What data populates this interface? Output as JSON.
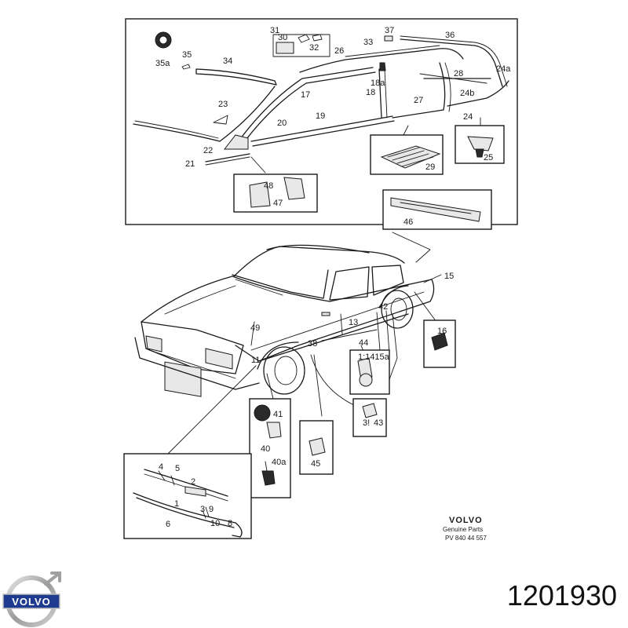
{
  "footer": {
    "brand": "VOLVO",
    "genuine": "Genuine Parts",
    "pv_code": "PV 840  44 557"
  },
  "part_number": "1201930",
  "logo": {
    "icon": "volvo-iron-mark-icon",
    "text": "VOLVO",
    "color": "#1f3b8f"
  },
  "labels": {
    "l31": "31",
    "l30": "30",
    "l32": "32",
    "l37": "37",
    "l33": "33",
    "l36": "36",
    "l35a": "35a",
    "l35": "35",
    "l34": "34",
    "l26": "26",
    "l28": "28",
    "l24a": "24a",
    "l18a": "18a",
    "l18": "18",
    "l17": "17",
    "l24b": "24b",
    "l27": "27",
    "l23": "23",
    "l24": "24",
    "l20": "20",
    "l19": "19",
    "l22": "22",
    "l21": "21",
    "l29": "29",
    "l25": "25",
    "l48": "48",
    "l47": "47",
    "l46": "46",
    "l15": "15",
    "l42": "42",
    "l49": "49",
    "l13": "13",
    "l16": "16",
    "l44": "44",
    "l11": "11",
    "l38": "38",
    "l14": "1:1415a",
    "l41": "41",
    "l39": "3!",
    "l43": "43",
    "l40": "40",
    "l40a": "40a",
    "l45": "45",
    "l4": "4",
    "l5": "5",
    "l2": "2",
    "l1": "1",
    "l3": "3",
    "l9": "9",
    "l6": "6",
    "l10": "10",
    "l8": "8"
  }
}
